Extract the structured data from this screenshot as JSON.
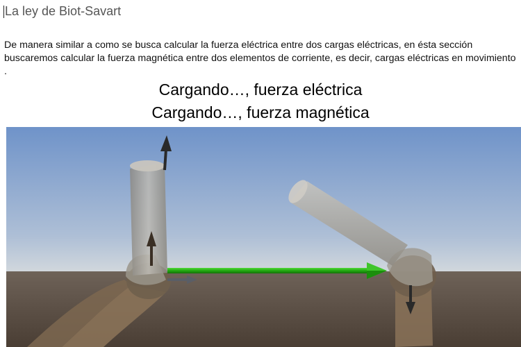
{
  "page": {
    "title": "La ley de Biot-Savart",
    "paragraph": "De manera similar a como se busca calcular la fuerza eléctrica entre dos cargas eléctricas, en ésta sección buscaremos calcular la fuerza magnética entre dos elementos de corriente, es decir, cargas eléctricas en movimiento ."
  },
  "status": {
    "electric_force": "Cargando…, fuerza eléctrica",
    "magnetic_force": "Cargando…, fuerza magnética"
  },
  "scene": {
    "sky_top": "#6f93c9",
    "sky_bottom": "#c9d3dc",
    "ground": "#5a4c40",
    "tube_color": "#a7a49c",
    "vector_color": "#22a811"
  }
}
